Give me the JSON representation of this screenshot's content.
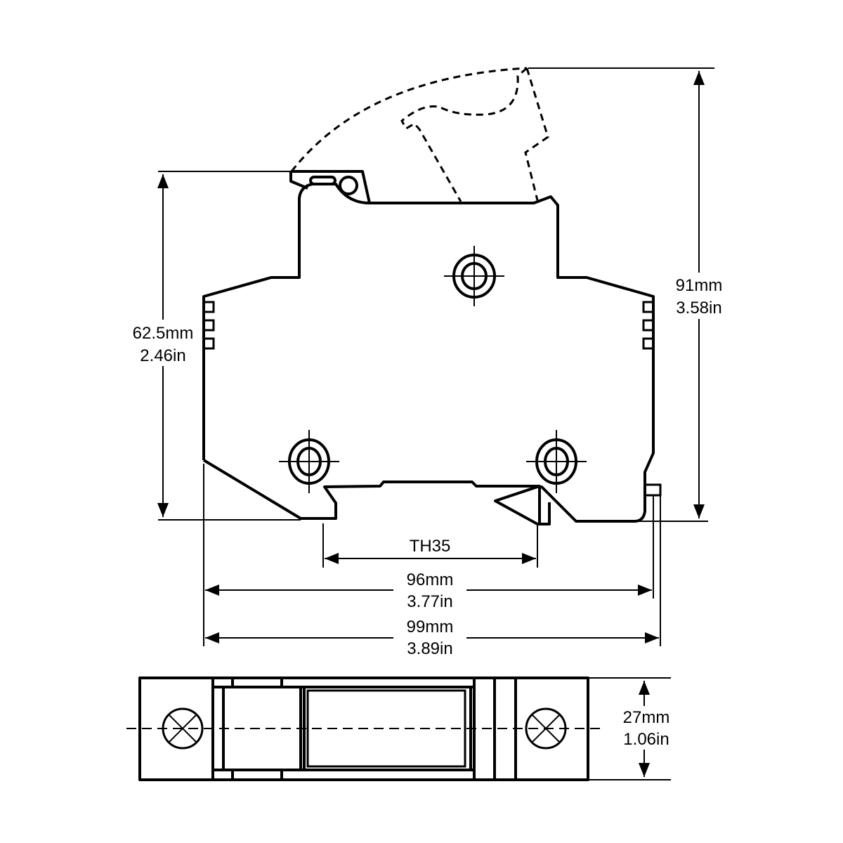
{
  "dimensions": {
    "height_body": {
      "mm": "62.5mm",
      "in": "2.46in"
    },
    "height_total": {
      "mm": "91mm",
      "in": "3.58in"
    },
    "rail": {
      "label": "TH35"
    },
    "width_inner": {
      "mm": "96mm",
      "in": "3.77in"
    },
    "width_total": {
      "mm": "99mm",
      "in": "3.89in"
    },
    "depth": {
      "mm": "27mm",
      "in": "1.06in"
    }
  },
  "colors": {
    "line": "#000000",
    "background": "#ffffff"
  }
}
